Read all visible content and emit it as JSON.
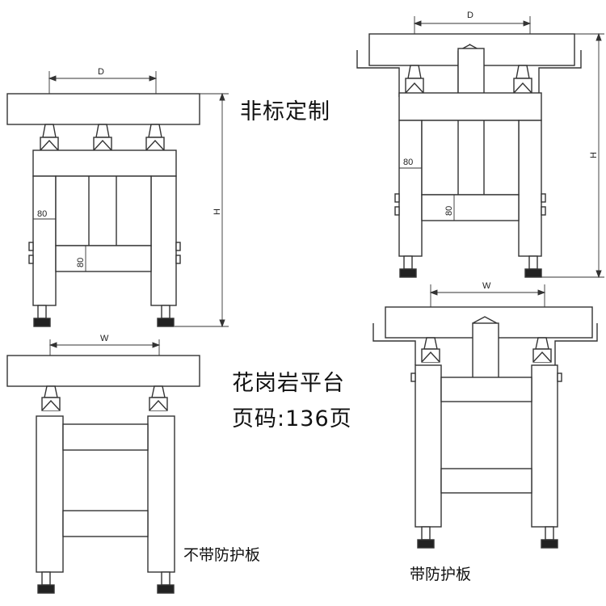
{
  "captions": {
    "custom": "非标定制",
    "product": "花岗岩平台",
    "page_ref": "页码:136页",
    "no_guard": "不带防护板",
    "with_guard": "带防护板"
  },
  "dimensions": {
    "depth": "D",
    "width": "W",
    "height": "H",
    "gap_horizontal": "80",
    "gap_vertical": "80"
  }
}
